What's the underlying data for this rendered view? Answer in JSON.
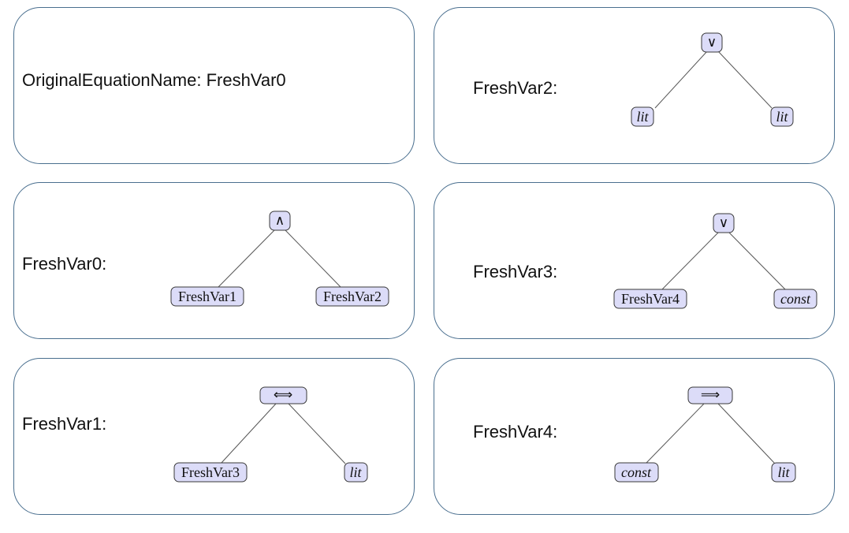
{
  "cards": [
    {
      "id": "card-original",
      "label": "OriginalEquationName: FreshVar0",
      "tree": null
    },
    {
      "id": "card-freshvar2",
      "label": "FreshVar2:",
      "tree": {
        "root": {
          "text": "∨",
          "style": "sym"
        },
        "left": {
          "text": "lit",
          "style": "it"
        },
        "right": {
          "text": "lit",
          "style": "it"
        }
      }
    },
    {
      "id": "card-freshvar0",
      "label": "FreshVar0:",
      "tree": {
        "root": {
          "text": "∧",
          "style": "sym"
        },
        "left": {
          "text": "FreshVar1",
          "style": "rm"
        },
        "right": {
          "text": "FreshVar2",
          "style": "rm"
        }
      }
    },
    {
      "id": "card-freshvar3",
      "label": "FreshVar3:",
      "tree": {
        "root": {
          "text": "∨",
          "style": "sym"
        },
        "left": {
          "text": "FreshVar4",
          "style": "rm"
        },
        "right": {
          "text": "const",
          "style": "it"
        }
      }
    },
    {
      "id": "card-freshvar1",
      "label": "FreshVar1:",
      "tree": {
        "root": {
          "text": "⟺",
          "style": "sym"
        },
        "left": {
          "text": "FreshVar3",
          "style": "rm"
        },
        "right": {
          "text": "lit",
          "style": "it"
        }
      }
    },
    {
      "id": "card-freshvar4",
      "label": "FreshVar4:",
      "tree": {
        "root": {
          "text": "⟹",
          "style": "sym"
        },
        "left": {
          "text": "const",
          "style": "it"
        },
        "right": {
          "text": "lit",
          "style": "it"
        }
      }
    }
  ]
}
